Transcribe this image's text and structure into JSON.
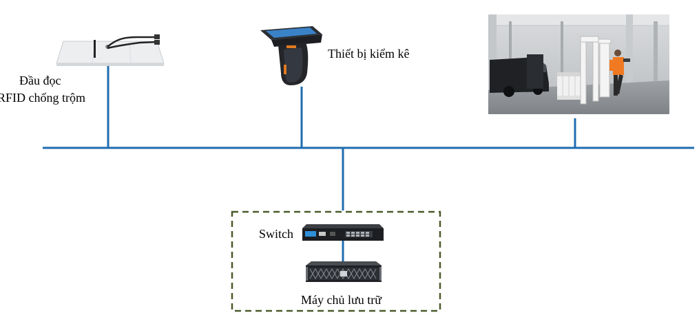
{
  "colors": {
    "network_line": "#1f6cb0",
    "group_border": "#4a5a2a",
    "background": "#ffffff"
  },
  "nodes": {
    "rfid_reader": {
      "label_line1": "Đầu đọc",
      "label_line2": "RFID chống trộm",
      "icon": "rfid-panel-reader-icon"
    },
    "inventory_device": {
      "label": "Thiết bị kiểm kê",
      "icon": "handheld-scanner-icon"
    },
    "warehouse_gate": {
      "label": "",
      "icon": "warehouse-rfid-gate-photo"
    },
    "switch": {
      "label": "Switch",
      "icon": "network-switch-icon"
    },
    "storage_server": {
      "label": "Máy chủ lưu trữ",
      "icon": "rack-server-icon"
    }
  }
}
